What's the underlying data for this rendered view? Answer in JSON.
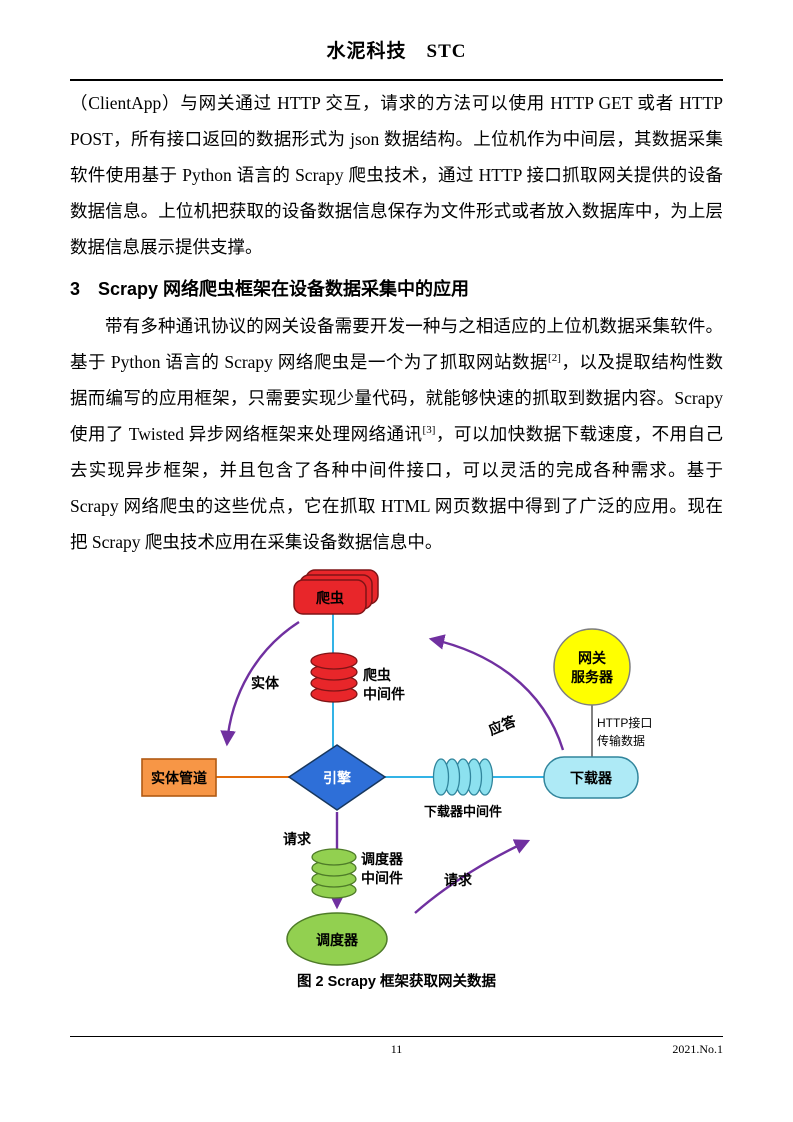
{
  "header": {
    "journal_title": "水泥科技　STC"
  },
  "body": {
    "p1": "（ClientApp）与网关通过 HTTP 交互，请求的方法可以使用 HTTP GET 或者 HTTP POST，所有接口返回的数据形式为 json 数据结构。上位机作为中间层，其数据采集软件使用基于 Python 语言的 Scrapy 爬虫技术，通过 HTTP 接口抓取网关提供的设备数据信息。上位机把获取的设备数据信息保存为文件形式或者放入数据库中，为上层数据信息展示提供支撑。",
    "heading": "3　Scrapy 网络爬虫框架在设备数据采集中的应用",
    "p2_part1": "带有多种通讯协议的网关设备需要开发一种与之相适应的上位机数据采集软件。基于 Python 语言的 Scrapy 网络爬虫是一个为了抓取网站数据",
    "p2_sup1": "[2]",
    "p2_part2": "，以及提取结构性数据而编写的应用框架，只需要实现少量代码，就能够快速的抓取到数据内容。Scrapy 使用了 Twisted 异步网络框架来处理网络通讯",
    "p2_sup2": "[3]",
    "p2_part3": "，可以加快数据下载速度，不用自己去实现异步框架，并且包含了各种中间件接口，可以灵活的完成各种需求。基于 Scrapy 网络爬虫的这些优点，它在抓取 HTML 网页数据中得到了广泛的应用。现在把 Scrapy 爬虫技术应用在采集设备数据信息中。"
  },
  "figure": {
    "caption": "图 2 Scrapy 框架获取网关数据",
    "nodes": {
      "spider": {
        "label": "爬虫",
        "fill": "#e8262a",
        "stroke": "#7f1416"
      },
      "spider_middleware": {
        "line1": "爬虫",
        "line2": "中间件",
        "fill": "#e8262a",
        "stroke": "#7f1416"
      },
      "gateway_server": {
        "line1": "网关",
        "line2": "服务器",
        "fill": "#ffff00",
        "stroke": "#7f7f7f"
      },
      "item_pipeline": {
        "label": "实体管道",
        "fill": "#f79646",
        "stroke": "#b15a13"
      },
      "engine": {
        "label": "引擎",
        "fill": "#2e6fd8",
        "stroke": "#17375e"
      },
      "downloader_middleware": {
        "label": "下载器中间件",
        "fill": "#8ce1ef",
        "stroke": "#31859c"
      },
      "downloader": {
        "label": "下载器",
        "fill": "#aeeaf6",
        "stroke": "#31859c"
      },
      "scheduler_middleware": {
        "line1": "调度器",
        "line2": "中间件",
        "fill": "#92d050",
        "stroke": "#4e7b28"
      },
      "scheduler": {
        "label": "调度器",
        "fill": "#92d050",
        "stroke": "#4e7b28"
      }
    },
    "edge_labels": {
      "items": "实体",
      "response": "应答",
      "http_line1": "HTTP接口",
      "http_line2": "传输数据",
      "request_down": "请求",
      "request_up": "请求"
    },
    "colors": {
      "arrow": "#7030a0",
      "link_blue": "#33b3e6",
      "link_orange": "#e36c0a",
      "link_gray": "#595959"
    }
  },
  "footer": {
    "page_number": "11",
    "issue": "2021.No.1"
  }
}
